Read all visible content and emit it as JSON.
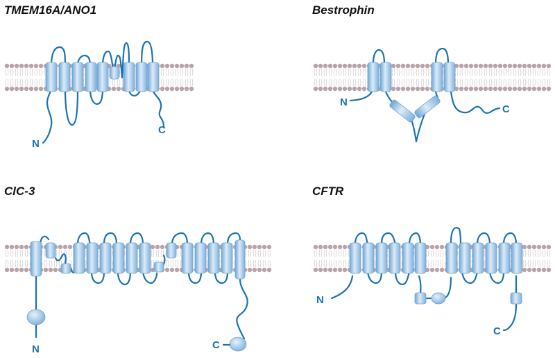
{
  "panels": {
    "tmem16a": {
      "title": "TMEM16A/ANO1",
      "n_label": "N",
      "c_label": "C"
    },
    "bestrophin": {
      "title": "Bestrophin",
      "n_label": "N",
      "c_label": "C"
    },
    "clc3": {
      "title": "ClC-3",
      "n_label": "N",
      "c_label": "C"
    },
    "cftr": {
      "title": "CFTR",
      "n_label": "N",
      "c_label": "C"
    }
  },
  "colors": {
    "protein": "#1a72b0",
    "helix": "#a9cdee",
    "lipid_head": "#b8a4a8"
  }
}
